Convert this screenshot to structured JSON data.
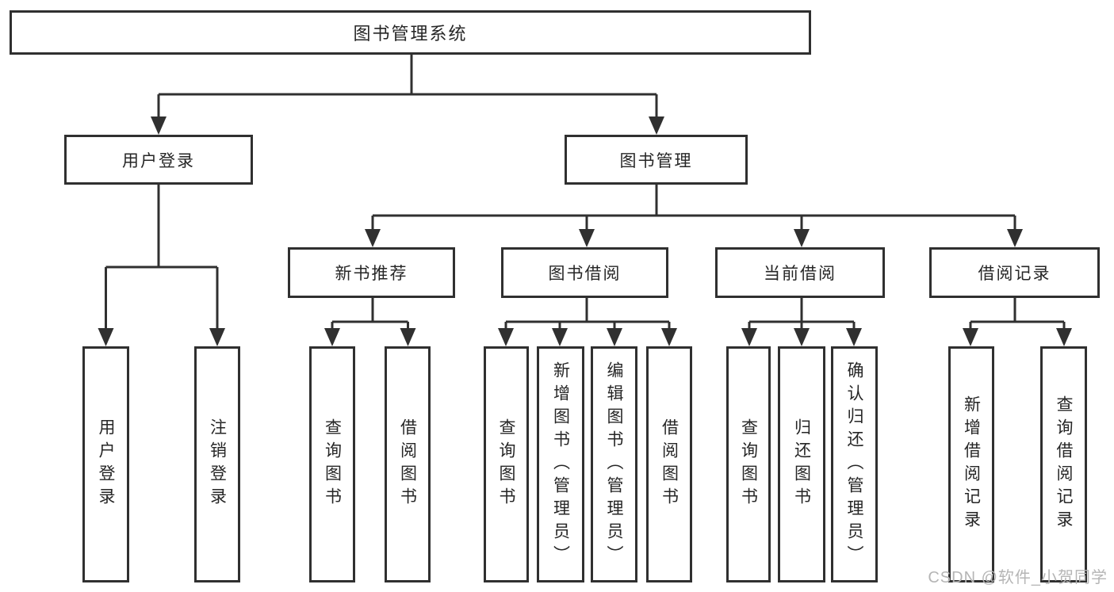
{
  "diagram": {
    "root": {
      "label": "图书管理系统"
    },
    "user_branch": {
      "label": "用户登录",
      "children": [
        {
          "label": "用户登录"
        },
        {
          "label": "注销登录"
        }
      ]
    },
    "book_branch": {
      "label": "图书管理",
      "sections": [
        {
          "label": "新书推荐",
          "children": [
            {
              "label": "查询图书"
            },
            {
              "label": "借阅图书"
            }
          ]
        },
        {
          "label": "图书借阅",
          "children": [
            {
              "label": "查询图书"
            },
            {
              "label": "新增图书（管理员）"
            },
            {
              "label": "编辑图书（管理员）"
            },
            {
              "label": "借阅图书"
            }
          ]
        },
        {
          "label": "当前借阅",
          "children": [
            {
              "label": "查询图书"
            },
            {
              "label": "归还图书"
            },
            {
              "label": "确认归还（管理员）"
            }
          ]
        },
        {
          "label": "借阅记录",
          "children": [
            {
              "label": "新增借阅记录"
            },
            {
              "label": "查询借阅记录"
            }
          ]
        }
      ]
    },
    "watermark": "CSDN @软件_小贺同学"
  },
  "colors": {
    "line": "#303030",
    "text": "#262626",
    "watermark": "#b5b5b5",
    "background": "#ffffff"
  }
}
